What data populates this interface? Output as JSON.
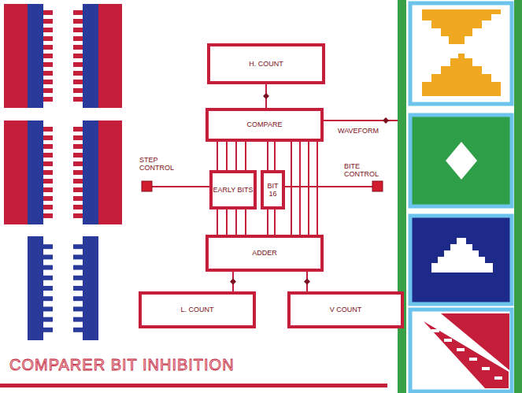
{
  "diagram": {
    "title": "COMPARER BIT INHIBITION",
    "nodes": [
      {
        "text": [
          "H. COUNT"
        ]
      },
      {
        "text": [
          "COMPARE"
        ]
      },
      {
        "text": [
          "EARLY BITS"
        ]
      },
      {
        "text": [
          "BIT 16"
        ]
      },
      {
        "text": [
          "ADDER"
        ]
      },
      {
        "text": [
          "L. COUNT"
        ]
      },
      {
        "text": [
          "V COUNT"
        ]
      }
    ],
    "edges": [
      {
        "from": 0,
        "to": 1,
        "arrow": "none"
      },
      {
        "from": 1,
        "to": 2,
        "arrow": "none"
      },
      {
        "from": 2,
        "to": 4,
        "arrow": "none"
      },
      {
        "from": 1,
        "to": 3,
        "arrow": "none"
      },
      {
        "from": 3,
        "to": 4,
        "arrow": "none"
      },
      {
        "from": 1,
        "to": 4,
        "arrow": "none"
      },
      {
        "from": 4,
        "to": 5,
        "arrow": "none"
      },
      {
        "from": 4,
        "to": 6,
        "arrow": "none"
      }
    ],
    "labels": [
      "WAVEFORM",
      "STEP CONTROL",
      "BITE CONTROL"
    ]
  }
}
